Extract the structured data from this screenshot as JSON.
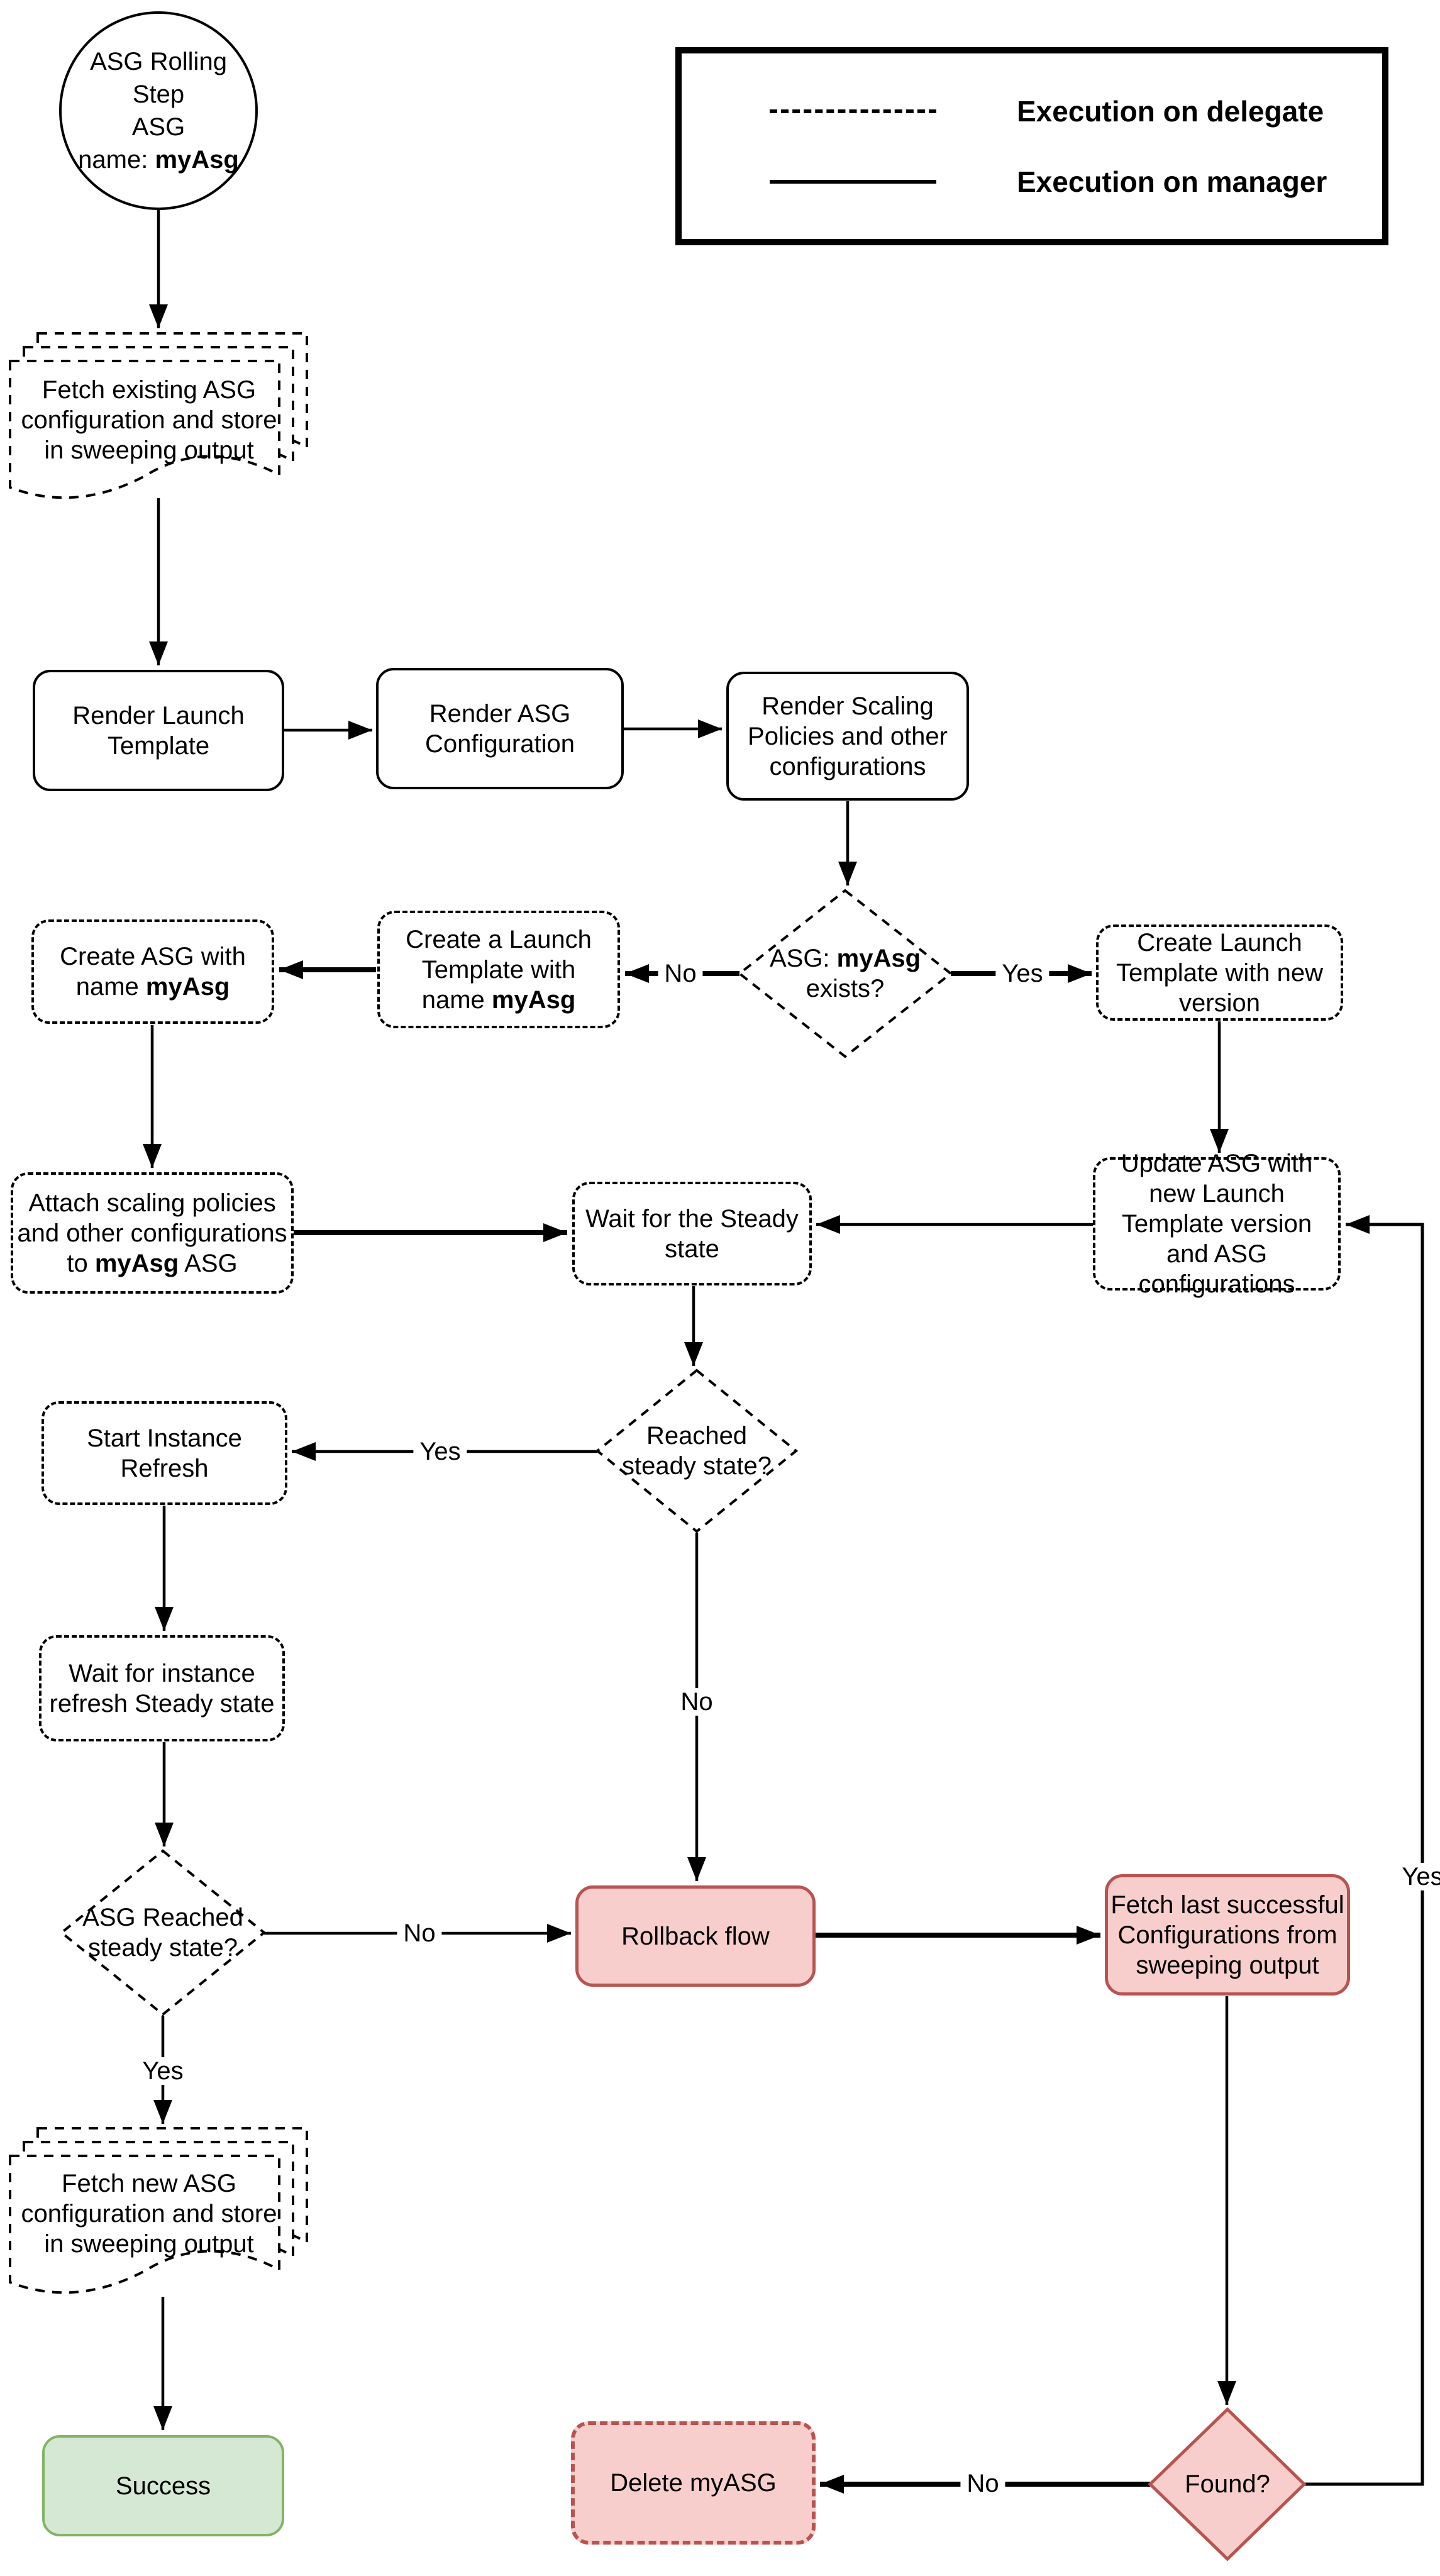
{
  "legend": {
    "delegate_label": "Execution on delegate",
    "manager_label": "Execution on manager"
  },
  "nodes": {
    "start": {
      "line1": "ASG Rolling Step",
      "line2": "ASG",
      "line3_prefix": "name: ",
      "line3_bold": "myAsg"
    },
    "fetch_existing": {
      "label": "Fetch existing ASG configuration and store in sweeping output"
    },
    "render_launch_template": {
      "label": "Render Launch Template"
    },
    "render_asg_configuration": {
      "label": "Render ASG Configuration"
    },
    "render_scaling_policies": {
      "label": "Render Scaling Policies and other configurations"
    },
    "asg_exists": {
      "prefix": "ASG: ",
      "bold": "myAsg",
      "suffix": " exists?"
    },
    "create_launch_template_named": {
      "prefix": "Create a Launch Template with name ",
      "bold": "myAsg"
    },
    "create_asg": {
      "prefix": "Create ASG with name ",
      "bold": "myAsg"
    },
    "create_launch_template_new": {
      "label": "Create Launch Template with new version"
    },
    "attach_scaling": {
      "prefix": "Attach scaling policies and other configurations to ",
      "bold": "myAsg",
      "suffix": " ASG"
    },
    "wait_steady": {
      "label": "Wait for the Steady state"
    },
    "update_asg": {
      "label": "Update ASG with new Launch Template version and ASG configurations"
    },
    "reached_steady": {
      "label": "Reached steady state?"
    },
    "start_instance_refresh": {
      "label": "Start Instance Refresh"
    },
    "wait_instance_refresh": {
      "label": "Wait for instance refresh Steady state"
    },
    "asg_reached_steady": {
      "label": "ASG Reached steady state?"
    },
    "rollback": {
      "label": "Rollback flow"
    },
    "fetch_last": {
      "label": "Fetch last successful Configurations from sweeping output"
    },
    "fetch_new": {
      "label": "Fetch new ASG configuration and store in sweeping output"
    },
    "success": {
      "label": "Success"
    },
    "delete_myasg": {
      "label": "Delete myASG"
    },
    "found": {
      "label": "Found?"
    }
  },
  "edge_labels": {
    "exists_no": "No",
    "exists_yes": "Yes",
    "reached_yes": "Yes",
    "reached_no": "No",
    "asg_reached_no": "No",
    "asg_reached_yes": "Yes",
    "found_no": "No",
    "found_yes": "Yes"
  },
  "colors": {
    "pink_fill": "#f8cecc",
    "red_border": "#b85450",
    "green_fill": "#d5e8d4",
    "green_border": "#82b366",
    "line": "#000000"
  }
}
